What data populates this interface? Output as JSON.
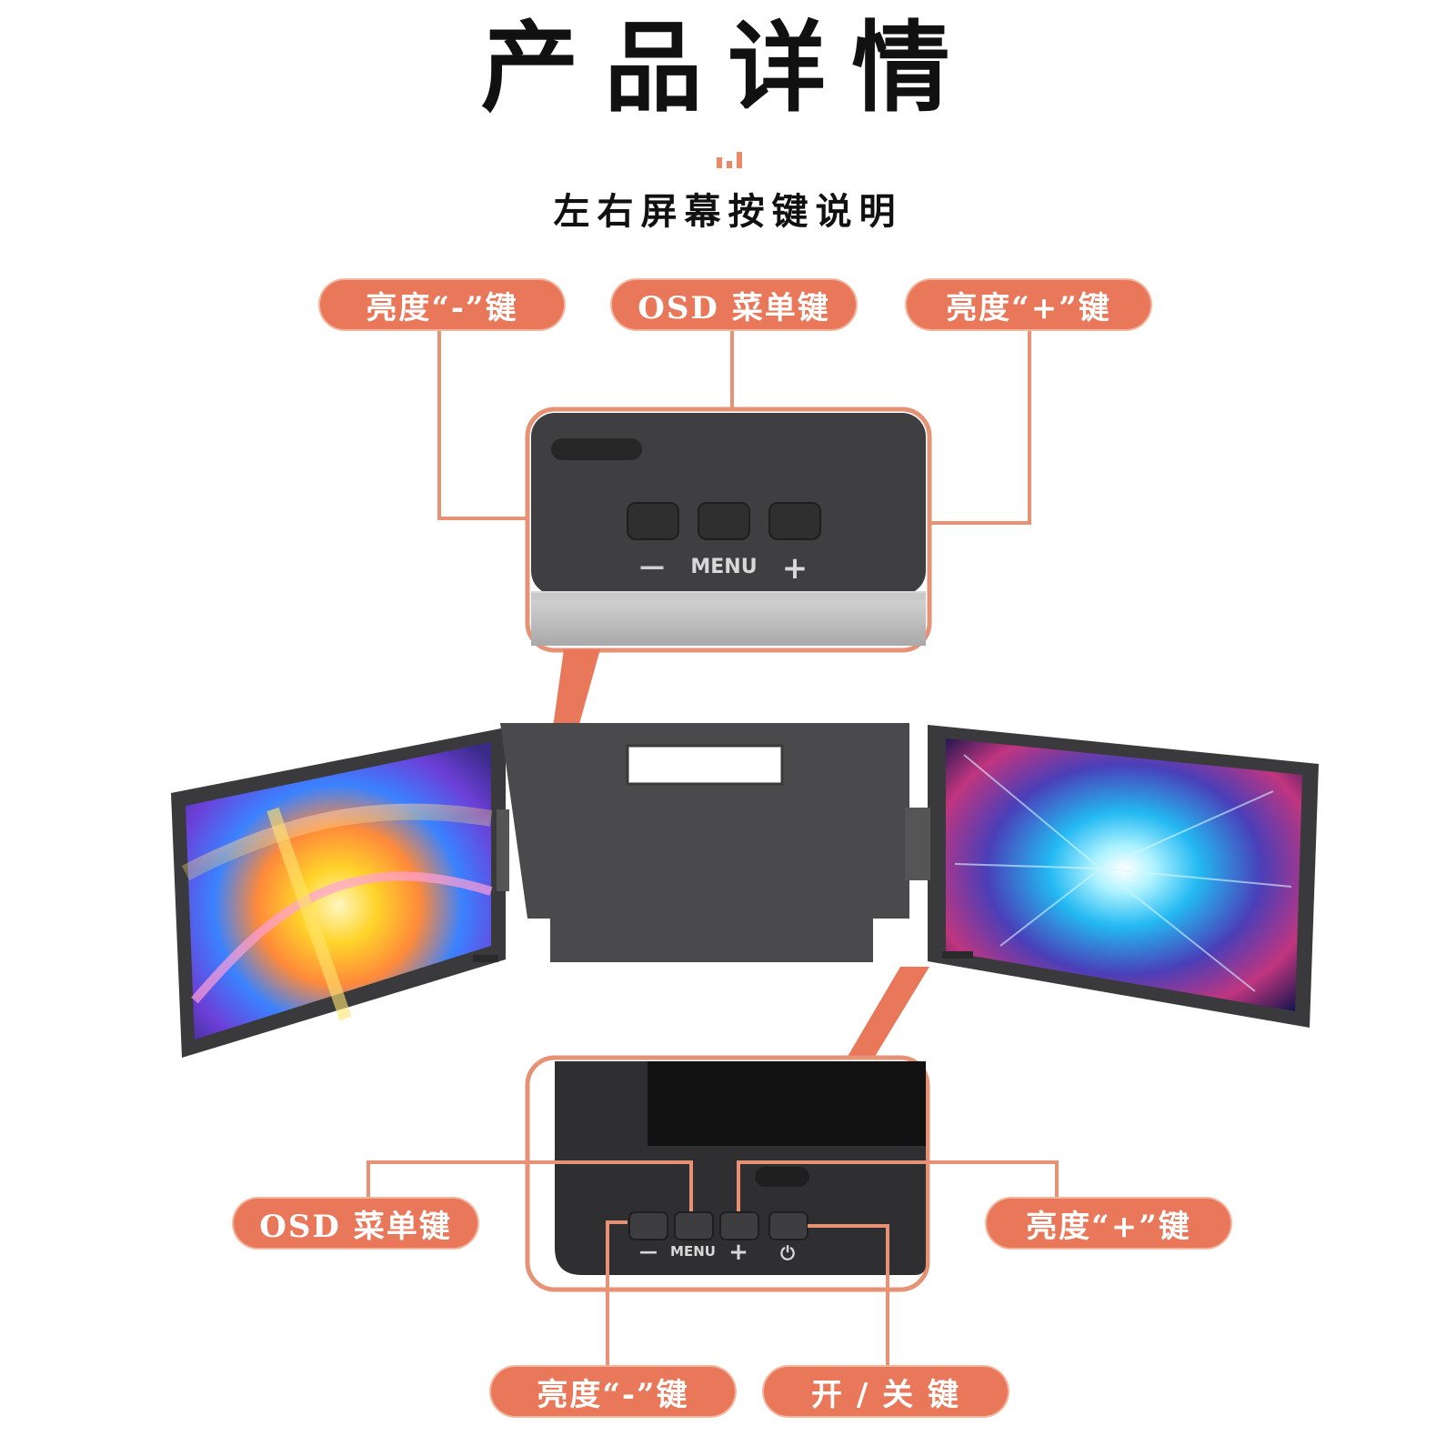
{
  "header": {
    "title": "产品详情",
    "subtitle": "左右屏幕按键说明"
  },
  "top_callouts": {
    "brightness_minus": "亮度“-”键",
    "osd_menu": "OSD 菜单键",
    "brightness_plus": "亮度“+”键"
  },
  "top_panel": {
    "minus_symbol": "—",
    "menu_label": "MENU",
    "plus_symbol": "+"
  },
  "bottom_panel": {
    "minus_symbol": "—",
    "menu_label": "MENU",
    "plus_symbol": "+",
    "power_symbol": "⏻"
  },
  "bottom_callouts": {
    "osd_menu": "OSD 菜单键",
    "brightness_plus": "亮度“+”键",
    "brightness_minus": "亮度“-”键",
    "power": "开 / 关 键"
  },
  "colors": {
    "accent": "#e9775a",
    "line": "#e79274",
    "device": "#4a4a4c"
  }
}
